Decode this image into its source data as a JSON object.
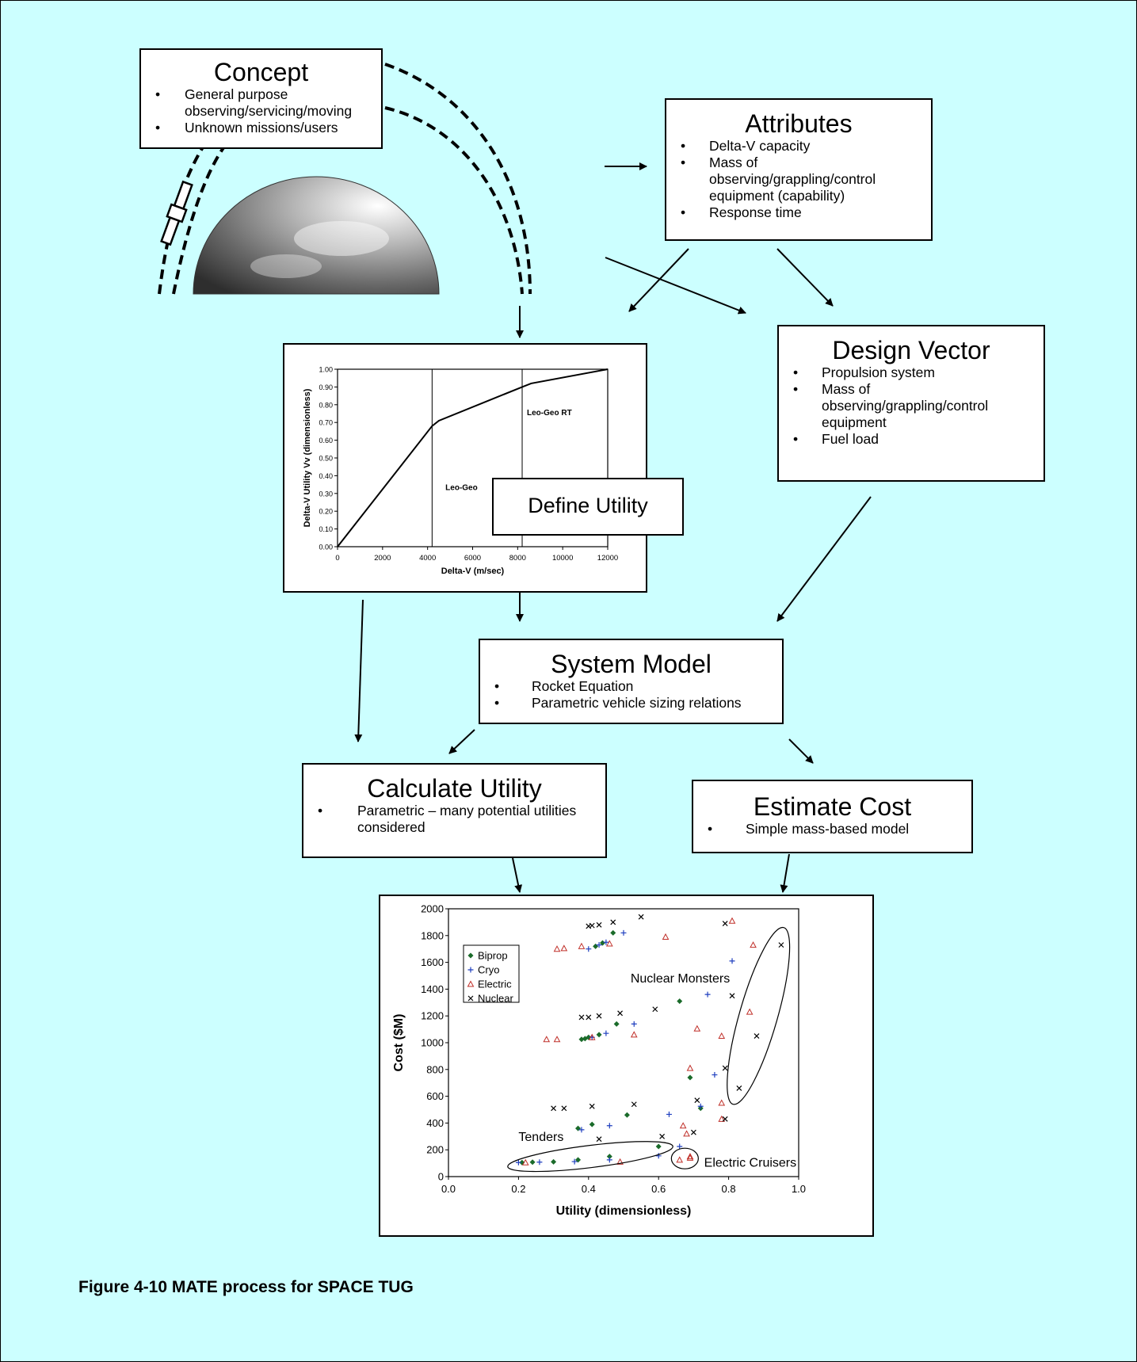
{
  "concept": {
    "title": "Concept",
    "bullets": [
      "General purpose observing/servicing/moving",
      "Unknown missions/users"
    ]
  },
  "attributes": {
    "title": "Attributes",
    "bullets": [
      "Delta-V capacity",
      "Mass of observing/grappling/control equipment (capability)",
      "Response time"
    ]
  },
  "design_vector": {
    "title": "Design Vector",
    "bullets": [
      "Propulsion system",
      "Mass of observing/grappling/control equipment",
      "Fuel load"
    ]
  },
  "define_utility": {
    "title": "Define Utility"
  },
  "system_model": {
    "title": "System Model",
    "bullets": [
      "Rocket Equation",
      "Parametric vehicle sizing relations"
    ]
  },
  "calculate_utility": {
    "title": "Calculate Utility",
    "bullets": [
      "Parametric – many potential utilities considered"
    ]
  },
  "estimate_cost": {
    "title": "Estimate Cost",
    "bullets": [
      "Simple mass-based model"
    ]
  },
  "caption": "Figure 4-10 MATE process for SPACE TUG",
  "colors": {
    "background": "#ccffff",
    "biprop": "#1a6b2a",
    "cryo": "#1f3fbf",
    "electric": "#c0302a",
    "nuclear": "#000000"
  },
  "chart_data": [
    {
      "type": "line",
      "xlabel": "Delta-V (m/sec)",
      "ylabel": "Delta-V Utility Vv (dimensionless)",
      "xlim": [
        0,
        12000
      ],
      "ylim": [
        0,
        1
      ],
      "x_ticks": [
        "0",
        "2000",
        "4000",
        "6000",
        "8000",
        "10000",
        "12000"
      ],
      "y_ticks": [
        "0.00",
        "0.10",
        "0.20",
        "0.30",
        "0.40",
        "0.50",
        "0.60",
        "0.70",
        "0.80",
        "0.90",
        "1.00"
      ],
      "series": [
        {
          "x": [
            0,
            4200,
            4500,
            8200,
            8600,
            12000
          ],
          "y": [
            0,
            0.68,
            0.71,
            0.9,
            0.92,
            1.0
          ]
        }
      ],
      "vlines": [
        4200,
        8200
      ],
      "annotations": [
        "Leo-Geo",
        "Leo-Geo RT"
      ]
    },
    {
      "type": "scatter",
      "xlabel": "Utility (dimensionless)",
      "ylabel": "Cost ($M)",
      "xlim": [
        0,
        1
      ],
      "ylim": [
        0,
        2000
      ],
      "x_ticks": [
        "0.0",
        "0.2",
        "0.4",
        "0.6",
        "0.8",
        "1.0"
      ],
      "y_ticks": [
        "0",
        "200",
        "400",
        "600",
        "800",
        "1000",
        "1200",
        "1400",
        "1600",
        "1800",
        "2000"
      ],
      "legend_position": "top-left",
      "series": [
        {
          "name": "Biprop",
          "marker": "diamond",
          "points": [
            [
              0.21,
              105
            ],
            [
              0.24,
              108
            ],
            [
              0.3,
              110
            ],
            [
              0.37,
              125
            ],
            [
              0.46,
              150
            ],
            [
              0.6,
              225
            ],
            [
              0.38,
              1025
            ],
            [
              0.39,
              1030
            ],
            [
              0.4,
              1040
            ],
            [
              0.43,
              1060
            ],
            [
              0.48,
              1140
            ],
            [
              0.66,
              1310
            ],
            [
              0.69,
              740
            ],
            [
              0.72,
              510
            ],
            [
              0.51,
              460
            ],
            [
              0.41,
              390
            ],
            [
              0.37,
              360
            ],
            [
              0.47,
              1820
            ],
            [
              0.44,
              1745
            ],
            [
              0.42,
              1720
            ]
          ]
        },
        {
          "name": "Cryo",
          "marker": "plus",
          "points": [
            [
              0.2,
              105
            ],
            [
              0.26,
              108
            ],
            [
              0.36,
              112
            ],
            [
              0.46,
              125
            ],
            [
              0.6,
              155
            ],
            [
              0.66,
              225
            ],
            [
              0.38,
              350
            ],
            [
              0.46,
              380
            ],
            [
              0.63,
              465
            ],
            [
              0.72,
              525
            ],
            [
              0.76,
              760
            ],
            [
              0.53,
              1140
            ],
            [
              0.45,
              1070
            ],
            [
              0.41,
              1040
            ],
            [
              0.74,
              1360
            ],
            [
              0.81,
              1610
            ],
            [
              0.5,
              1820
            ],
            [
              0.45,
              1750
            ],
            [
              0.4,
              1700
            ],
            [
              0.43,
              1730
            ]
          ]
        },
        {
          "name": "Electric",
          "marker": "triangle",
          "points": [
            [
              0.22,
              105
            ],
            [
              0.49,
              110
            ],
            [
              0.66,
              125
            ],
            [
              0.69,
              140
            ],
            [
              0.69,
              150
            ],
            [
              0.68,
              320
            ],
            [
              0.67,
              380
            ],
            [
              0.78,
              430
            ],
            [
              0.78,
              550
            ],
            [
              0.69,
              810
            ],
            [
              0.78,
              1050
            ],
            [
              0.71,
              1105
            ],
            [
              0.86,
              1230
            ],
            [
              0.53,
              1060
            ],
            [
              0.41,
              1040
            ],
            [
              0.28,
              1025
            ],
            [
              0.31,
              1025
            ],
            [
              0.31,
              1700
            ],
            [
              0.33,
              1705
            ],
            [
              0.38,
              1720
            ],
            [
              0.46,
              1740
            ],
            [
              0.62,
              1790
            ],
            [
              0.81,
              1910
            ],
            [
              0.87,
              1730
            ]
          ]
        },
        {
          "name": "Nuclear",
          "marker": "x",
          "points": [
            [
              0.3,
              510
            ],
            [
              0.33,
              510
            ],
            [
              0.41,
              525
            ],
            [
              0.43,
              280
            ],
            [
              0.53,
              540
            ],
            [
              0.61,
              300
            ],
            [
              0.7,
              330
            ],
            [
              0.71,
              570
            ],
            [
              0.79,
              430
            ],
            [
              0.83,
              660
            ],
            [
              0.79,
              810
            ],
            [
              0.88,
              1050
            ],
            [
              0.81,
              1350
            ],
            [
              0.59,
              1250
            ],
            [
              0.49,
              1220
            ],
            [
              0.43,
              1200
            ],
            [
              0.38,
              1190
            ],
            [
              0.4,
              1190
            ],
            [
              0.4,
              1870
            ],
            [
              0.41,
              1875
            ],
            [
              0.43,
              1880
            ],
            [
              0.47,
              1900
            ],
            [
              0.55,
              1940
            ],
            [
              0.79,
              1890
            ],
            [
              0.95,
              1730
            ]
          ]
        }
      ],
      "annotations": [
        "Nuclear Monsters",
        "Tenders",
        "Electric Cruisers"
      ]
    }
  ]
}
